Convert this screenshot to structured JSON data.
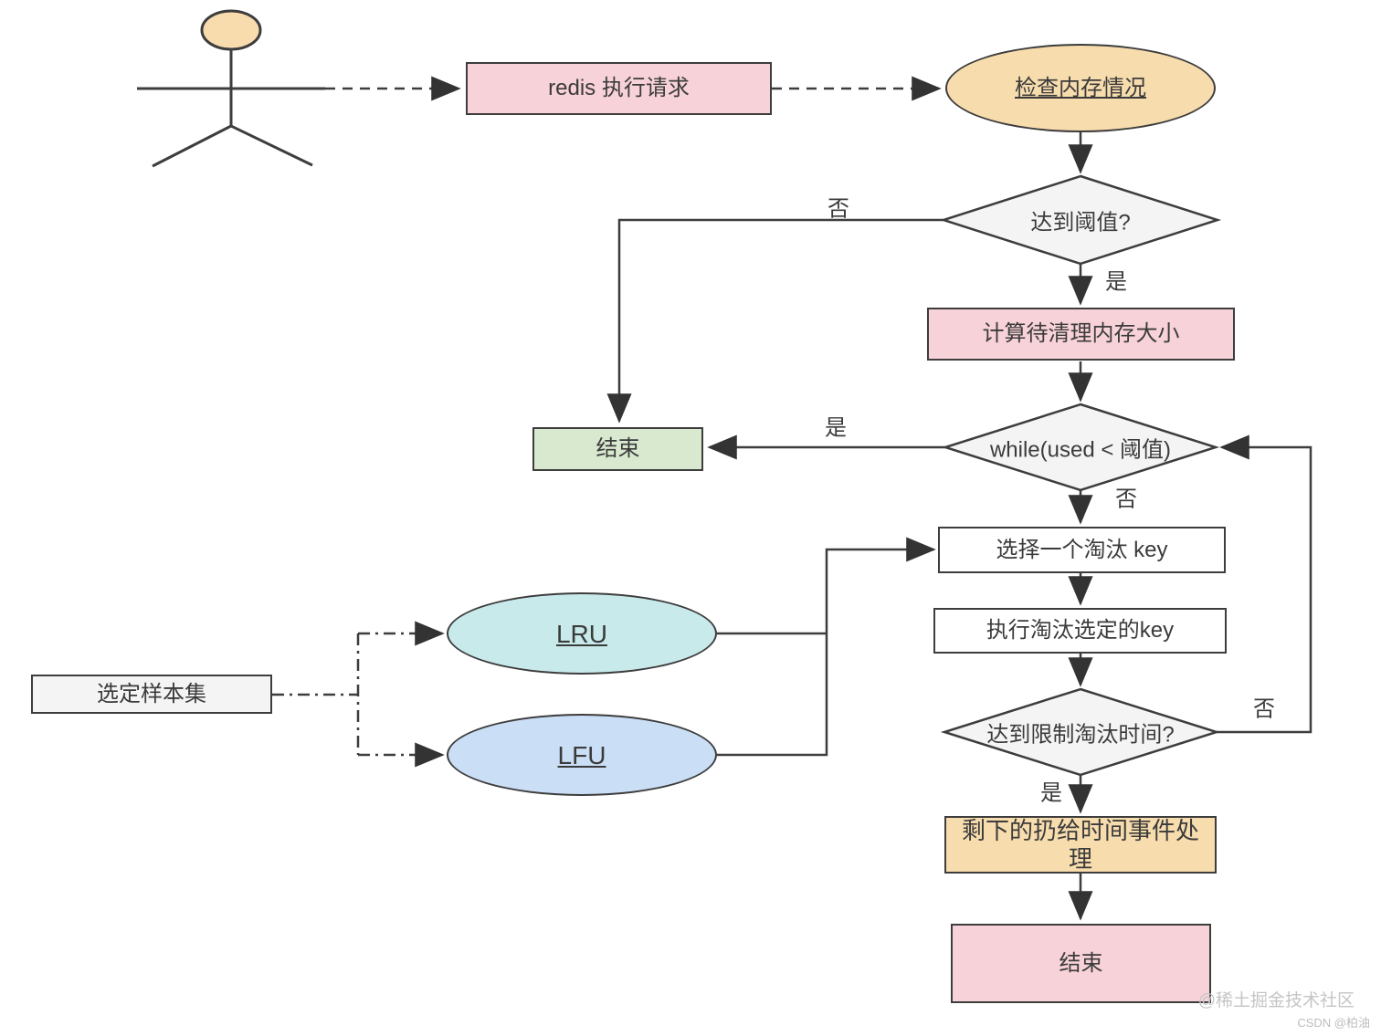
{
  "diagram": {
    "nodes": {
      "redis_request": "redis 执行请求",
      "check_memory": "检查内存情况",
      "threshold_q": "达到阈值?",
      "calc_memory": "计算待清理内存大小",
      "end_left": "结束",
      "while_cond": "while(used < 阈值)",
      "select_key": "选择一个淘汰 key",
      "evict_key": "执行淘汰选定的key",
      "time_limit_q": "达到限制淘汰时间?",
      "time_event": "剩下的扔给时间事件处理",
      "end_bottom": "结束",
      "lru": "LRU",
      "lfu": "LFU",
      "sample_set": "选定样本集"
    },
    "edge_labels": {
      "threshold_no": "否",
      "threshold_yes": "是",
      "while_yes": "是",
      "while_no": "否",
      "time_no": "否",
      "time_yes": "是"
    },
    "colors": {
      "pink": "#f8d2d9",
      "orange": "#f7dcae",
      "green": "#d8e9d0",
      "decision_gray": "#f4f4f4",
      "lru_cyan": "#c9eaeb",
      "lfu_blue": "#cadef6",
      "stroke": "#3d3d3d"
    },
    "watermark": {
      "juejin": "@稀土掘金技术社区",
      "csdn": "CSDN @柏油"
    }
  }
}
